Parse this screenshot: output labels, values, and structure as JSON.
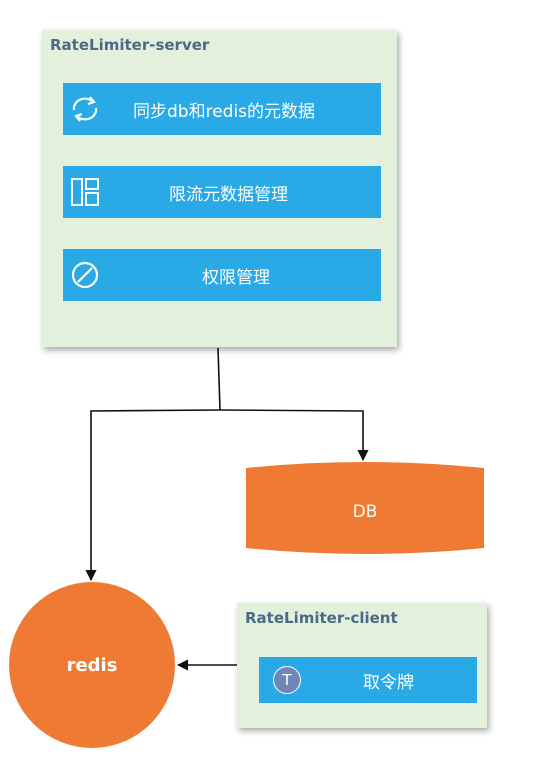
{
  "server": {
    "title": "RateLimiter-server",
    "items": [
      {
        "label": "同步db和redis的元数据",
        "icon": "sync-icon"
      },
      {
        "label": "限流元数据管理",
        "icon": "grid-layout-icon"
      },
      {
        "label": "权限管理",
        "icon": "prohibit-icon"
      }
    ]
  },
  "db": {
    "label": "DB"
  },
  "redis": {
    "label": "redis"
  },
  "client": {
    "title": "RateLimiter-client",
    "items": [
      {
        "label": "取令牌",
        "icon": "token-t-icon",
        "icon_text": "T"
      }
    ]
  },
  "colors": {
    "panel": "#e3f0dc",
    "bar": "#29a9e6",
    "orange": "#ee7a33",
    "title": "#4c6a87"
  }
}
